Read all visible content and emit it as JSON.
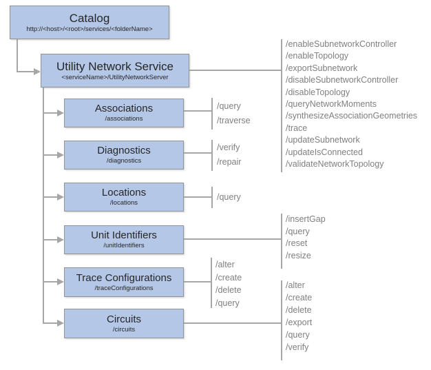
{
  "catalog": {
    "title": "Catalog",
    "path": "http://<host>/<root>/services/<folderName>"
  },
  "service": {
    "title": "Utility Network Service",
    "path": "<serviceName>/UtilityNetworkServer",
    "operations": [
      "/enableSubnetworkController",
      "/enableTopology",
      "/exportSubnetwork",
      "/disableSubnetworkController",
      "/disableTopology",
      "/queryNetworkMoments",
      "/synthesizeAssociationGeometries",
      "/trace",
      "/updateSubnetwork",
      "/updateIsConnected",
      "/validateNetworkTopology"
    ]
  },
  "resources": [
    {
      "title": "Associations",
      "path": "/associations",
      "operations": [
        "/query",
        "/traverse"
      ]
    },
    {
      "title": "Diagnostics",
      "path": "/diagnostics",
      "operations": [
        "/verify",
        "/repair"
      ]
    },
    {
      "title": "Locations",
      "path": "/locations",
      "operations": [
        "/query"
      ]
    },
    {
      "title": "Unit Identifiers",
      "path": "/unitIdentifiers",
      "operations": [
        "/insertGap",
        "/query",
        "/reset",
        "/resize"
      ]
    },
    {
      "title": "Trace Configurations",
      "path": "/traceConfigurations",
      "operations": [
        "/alter",
        "/create",
        "/delete",
        "/query"
      ]
    },
    {
      "title": "Circuits",
      "path": "/circuits",
      "operations": [
        "/alter",
        "/create",
        "/delete",
        "/export",
        "/query",
        "/verify"
      ]
    }
  ],
  "colors": {
    "box_fill": "#b4c7e7",
    "box_border": "#929292",
    "connector": "#a6a6a6",
    "operation_text": "#7f7f7f",
    "title_text": "#262626"
  }
}
